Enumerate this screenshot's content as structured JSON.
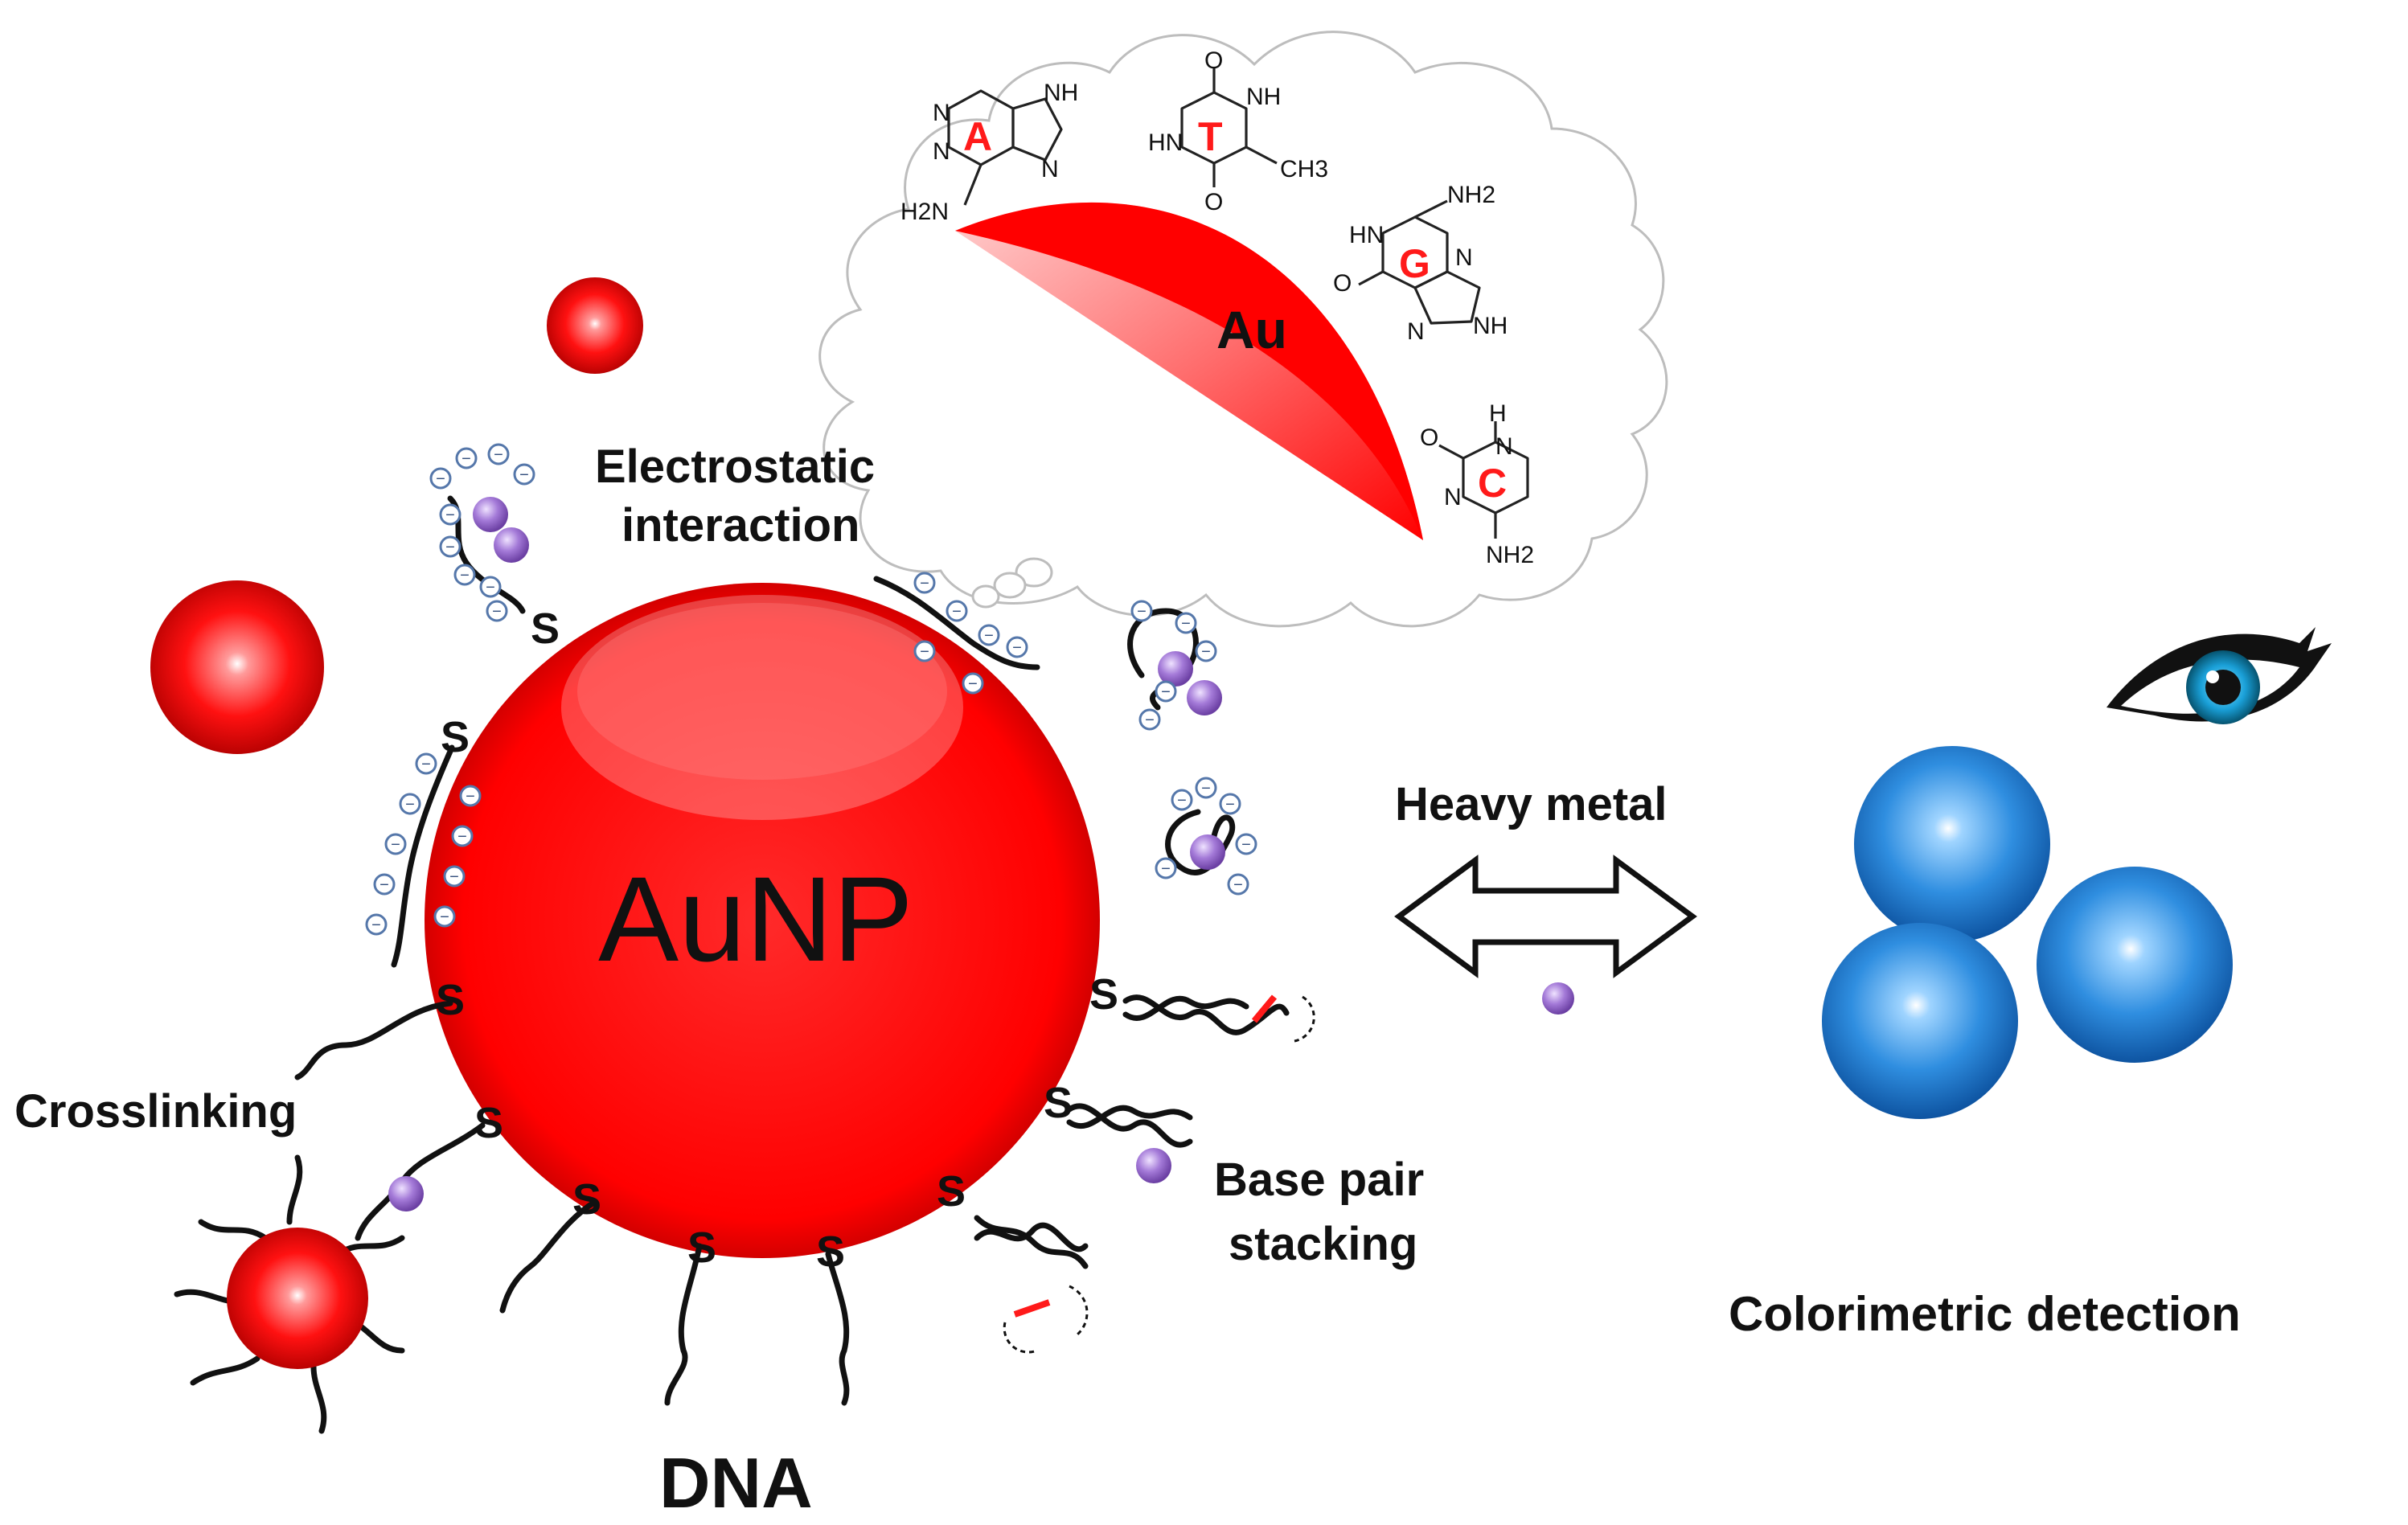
{
  "labels": {
    "electrostatic": [
      "Electrostatic",
      "interaction"
    ],
    "crosslinking": "Crosslinking",
    "base_pair": [
      "Base pair",
      "stacking"
    ],
    "heavy_metal": "Heavy metal",
    "colorimetric": "Colorimetric detection",
    "dna": "DNA",
    "aunp": "AuNP",
    "au": "Au",
    "thiol": "S",
    "minus": "−"
  },
  "bases": {
    "A": {
      "letter": "A",
      "groups": [
        "NH",
        "N",
        "N",
        "N",
        "H2N"
      ]
    },
    "T": {
      "letter": "T",
      "groups": [
        "O",
        "NH",
        "HN",
        "O",
        "CH3"
      ]
    },
    "G": {
      "letter": "G",
      "groups": [
        "NH2",
        "HN",
        "O",
        "N",
        "NH",
        "N"
      ]
    },
    "C": {
      "letter": "C",
      "groups": [
        "H",
        "O",
        "N",
        "N",
        "NH2"
      ]
    }
  },
  "colors": {
    "gold_np": "#ff0000",
    "aggregated_np": "#1a73c9",
    "metal_ion": "#9b6fd1",
    "highlight_base": "#ff1a1a",
    "charge_ring": "#5577aa"
  },
  "icons": [
    "eye-icon",
    "double-arrow-icon"
  ]
}
